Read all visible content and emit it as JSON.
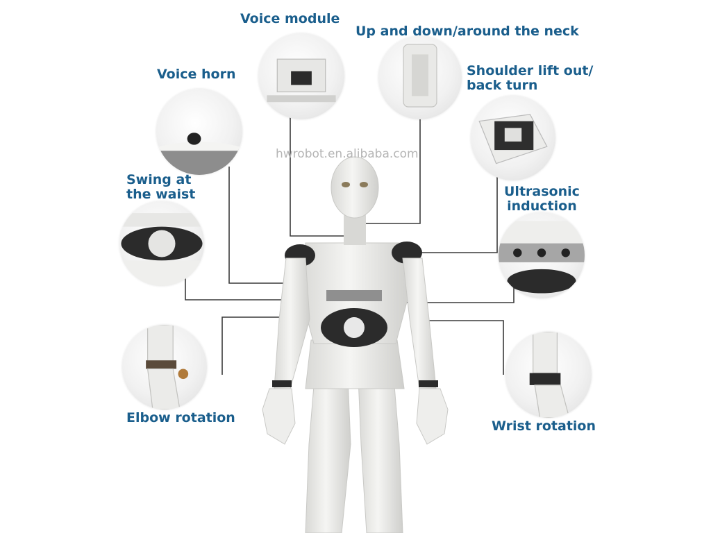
{
  "callouts": {
    "voice_module": "Voice module",
    "neck": "Up and down/around the neck",
    "voice_horn": "Voice horn",
    "shoulder": "Shoulder lift out/\nback turn",
    "waist": "Swing at\nthe waist",
    "ultrasonic": "Ultrasonic\ninduction",
    "elbow": "Elbow rotation",
    "wrist": "Wrist rotation"
  },
  "watermark": "hwrobot.en.alibaba.com",
  "colors": {
    "label": "#1a5e8c",
    "connector": "#3a3a3a",
    "robot_body": "#ececea",
    "robot_shadow": "#c9c9c6",
    "dark_part": "#2b2b2b"
  }
}
